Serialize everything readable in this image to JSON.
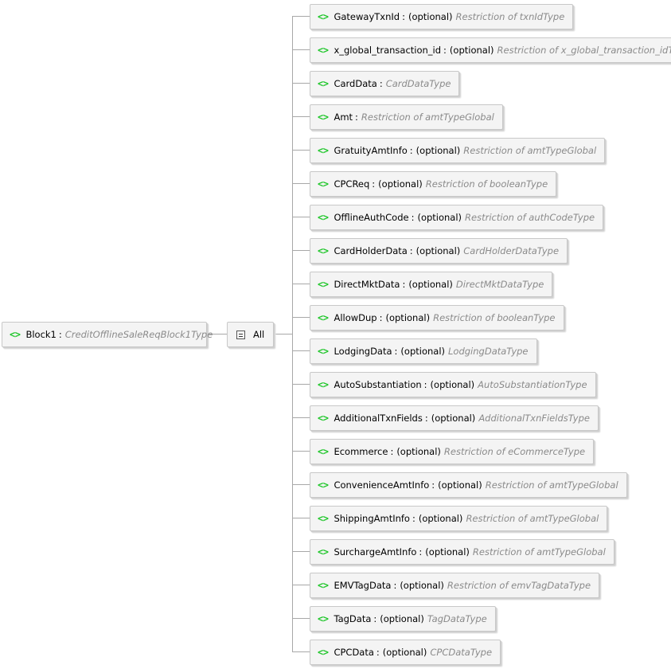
{
  "root": {
    "name": "Block1",
    "type": "CreditOfflineSaleReqBlock1Type"
  },
  "compositor": {
    "label": "All",
    "icon": "all-compositor-icon"
  },
  "element_icon": "<>",
  "optional_label": "(optional)",
  "separator": ":",
  "children": [
    {
      "name": "GatewayTxnId",
      "optional": true,
      "type": "Restriction of txnIdType"
    },
    {
      "name": "x_global_transaction_id",
      "optional": true,
      "type": "Restriction of x_global_transaction_idType"
    },
    {
      "name": "CardData",
      "optional": false,
      "type": "CardDataType"
    },
    {
      "name": "Amt",
      "optional": false,
      "type": "Restriction of amtTypeGlobal"
    },
    {
      "name": "GratuityAmtInfo",
      "optional": true,
      "type": "Restriction of amtTypeGlobal"
    },
    {
      "name": "CPCReq",
      "optional": true,
      "type": "Restriction of booleanType"
    },
    {
      "name": "OfflineAuthCode",
      "optional": true,
      "type": "Restriction of authCodeType"
    },
    {
      "name": "CardHolderData",
      "optional": true,
      "type": "CardHolderDataType"
    },
    {
      "name": "DirectMktData",
      "optional": true,
      "type": "DirectMktDataType"
    },
    {
      "name": "AllowDup",
      "optional": true,
      "type": "Restriction of booleanType"
    },
    {
      "name": "LodgingData",
      "optional": true,
      "type": "LodgingDataType"
    },
    {
      "name": "AutoSubstantiation",
      "optional": true,
      "type": "AutoSubstantiationType"
    },
    {
      "name": "AdditionalTxnFields",
      "optional": true,
      "type": "AdditionalTxnFieldsType"
    },
    {
      "name": "Ecommerce",
      "optional": true,
      "type": "Restriction of eCommerceType"
    },
    {
      "name": "ConvenienceAmtInfo",
      "optional": true,
      "type": "Restriction of amtTypeGlobal"
    },
    {
      "name": "ShippingAmtInfo",
      "optional": true,
      "type": "Restriction of amtTypeGlobal"
    },
    {
      "name": "SurchargeAmtInfo",
      "optional": true,
      "type": "Restriction of amtTypeGlobal"
    },
    {
      "name": "EMVTagData",
      "optional": true,
      "type": "Restriction of emvTagDataType"
    },
    {
      "name": "TagData",
      "optional": true,
      "type": "TagDataType"
    },
    {
      "name": "CPCData",
      "optional": true,
      "type": "CPCDataType"
    }
  ]
}
